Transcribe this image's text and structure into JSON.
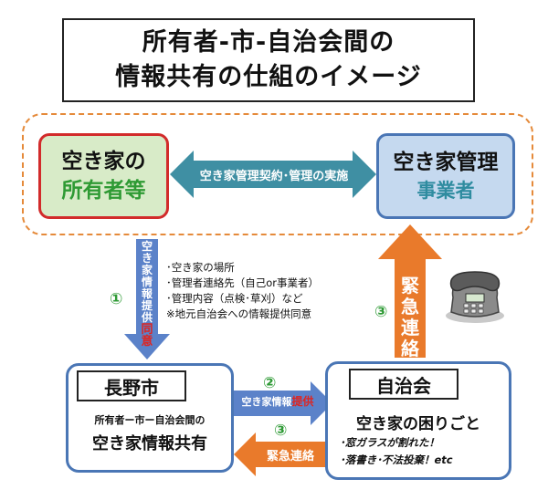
{
  "title": {
    "line1": "所有者-市-自治会間の",
    "line2": "情報共有の仕組のイメージ"
  },
  "owner_box": {
    "line1": "空き家の",
    "line2": "所有者等"
  },
  "manager_box": {
    "line1": "空き家管理",
    "line2": "事業者"
  },
  "contract_arrow_label": "空き家管理契約･管理の実施",
  "step1": {
    "number": "①",
    "vertical_label_white": [
      "空",
      "き",
      "家",
      "情",
      "報",
      "提",
      "供"
    ],
    "vertical_label_red": [
      "同",
      "意"
    ],
    "info_items": [
      "･空き家の場所",
      "･管理者連絡先（自己or事業者）",
      "･管理内容（点検･草刈）など",
      "※地元自治会への情報提供同意"
    ]
  },
  "step3_up": {
    "number": "③",
    "vertical_label": [
      "緊",
      "急",
      "連",
      "絡"
    ]
  },
  "city_box": {
    "tab": "長野市",
    "sub": "所有者ー市ー自治会間の",
    "main": "空き家情報共有"
  },
  "step2": {
    "number": "②",
    "label_white": "空き家情報",
    "label_red": "提供"
  },
  "step3_left": {
    "number": "③",
    "label": "緊急連絡"
  },
  "assoc_box": {
    "tab": "自治会",
    "main": "空き家の困りごと",
    "items": [
      "･窓ガラスが割れた！",
      "･落書き･不法投棄！etc"
    ]
  },
  "colors": {
    "owner_fill": "#d8ebc8",
    "owner_border": "#d22b2b",
    "manager_fill": "#c5d9ef",
    "box_border": "#4a76b5",
    "teal_arrow": "#3f8fa3",
    "blue_arrow": "#5b82c9",
    "orange_arrow": "#e97a2b",
    "green_text": "#2f9a34",
    "red_text": "#e0241f"
  }
}
